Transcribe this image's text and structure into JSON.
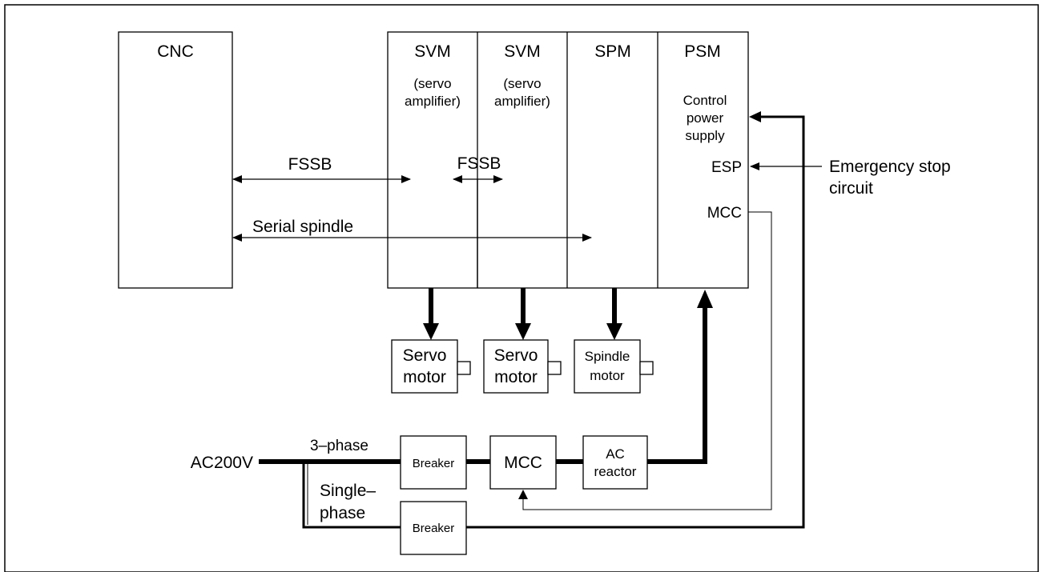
{
  "cnc": {
    "label": "CNC"
  },
  "modules": [
    {
      "name": "SVM",
      "sub1": "(servo",
      "sub2": "amplifier)"
    },
    {
      "name": "SVM",
      "sub1": "(servo",
      "sub2": "amplifier)"
    },
    {
      "name": "SPM"
    },
    {
      "name": "PSM",
      "sub1": "Control",
      "sub2": "power",
      "sub3": "supply"
    }
  ],
  "psm_ports": {
    "esp": "ESP",
    "mcc": "MCC"
  },
  "buses": {
    "fssb_main": "FSSB",
    "fssb_link": "FSSB",
    "serial_spindle": "Serial spindle"
  },
  "emergency": {
    "line1": "Emergency stop",
    "line2": "circuit"
  },
  "motors": [
    {
      "line1": "Servo",
      "line2": "motor"
    },
    {
      "line1": "Servo",
      "line2": "motor"
    },
    {
      "line1": "Spindle",
      "line2": "motor"
    }
  ],
  "supply": {
    "source": "AC200V",
    "three_phase": "3–phase",
    "single_line1": "Single–",
    "single_line2": "phase"
  },
  "components": {
    "breaker_main": "Breaker",
    "mcc": "MCC",
    "ac_reactor_line1": "AC",
    "ac_reactor_line2": "reactor",
    "breaker_single": "Breaker"
  }
}
